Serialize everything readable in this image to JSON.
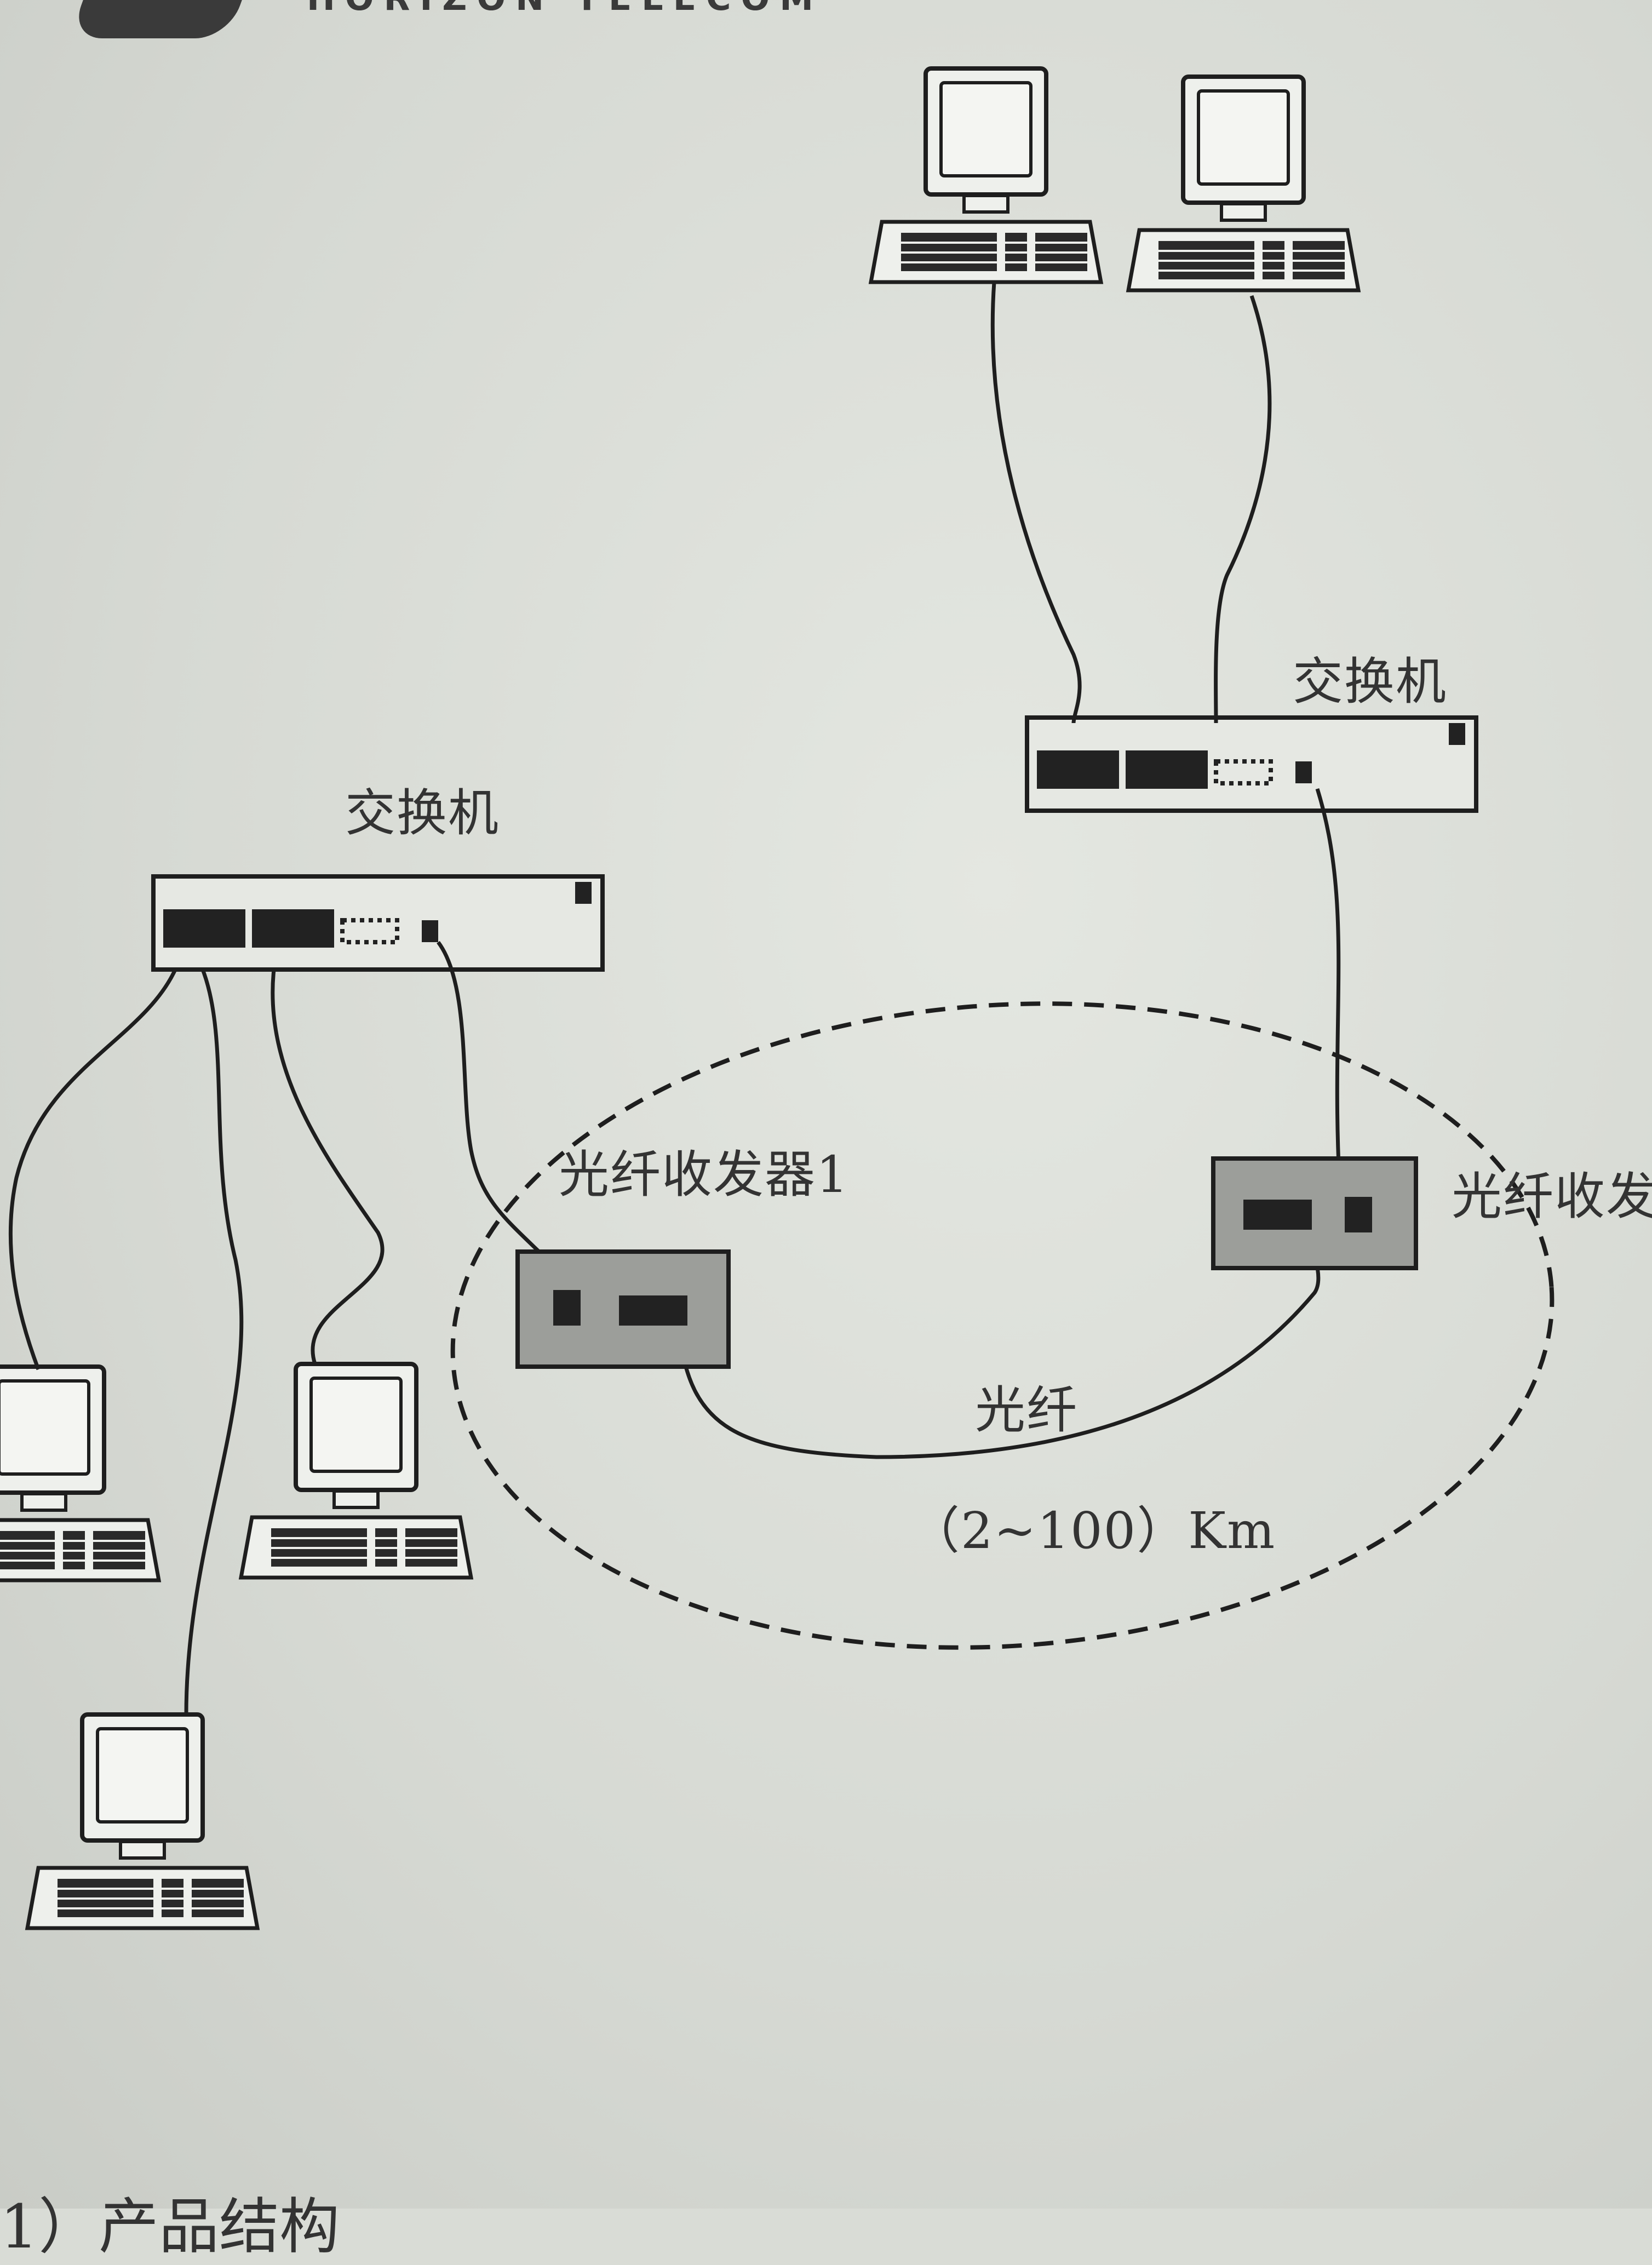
{
  "header": {
    "brand": "HORIZON TELECOM",
    "logo": "horizon-logo"
  },
  "labels": {
    "switch_left": "交换机",
    "switch_right": "交换机",
    "transceiver1": "光纤收发器1",
    "transceiver2": "光纤收发",
    "fiber": "光纤",
    "distance": "（2~100）Km"
  },
  "footer": {
    "text": "1）产品结构"
  },
  "icons": [
    "computer-icon",
    "switch-icon",
    "fiber-transceiver-icon"
  ]
}
